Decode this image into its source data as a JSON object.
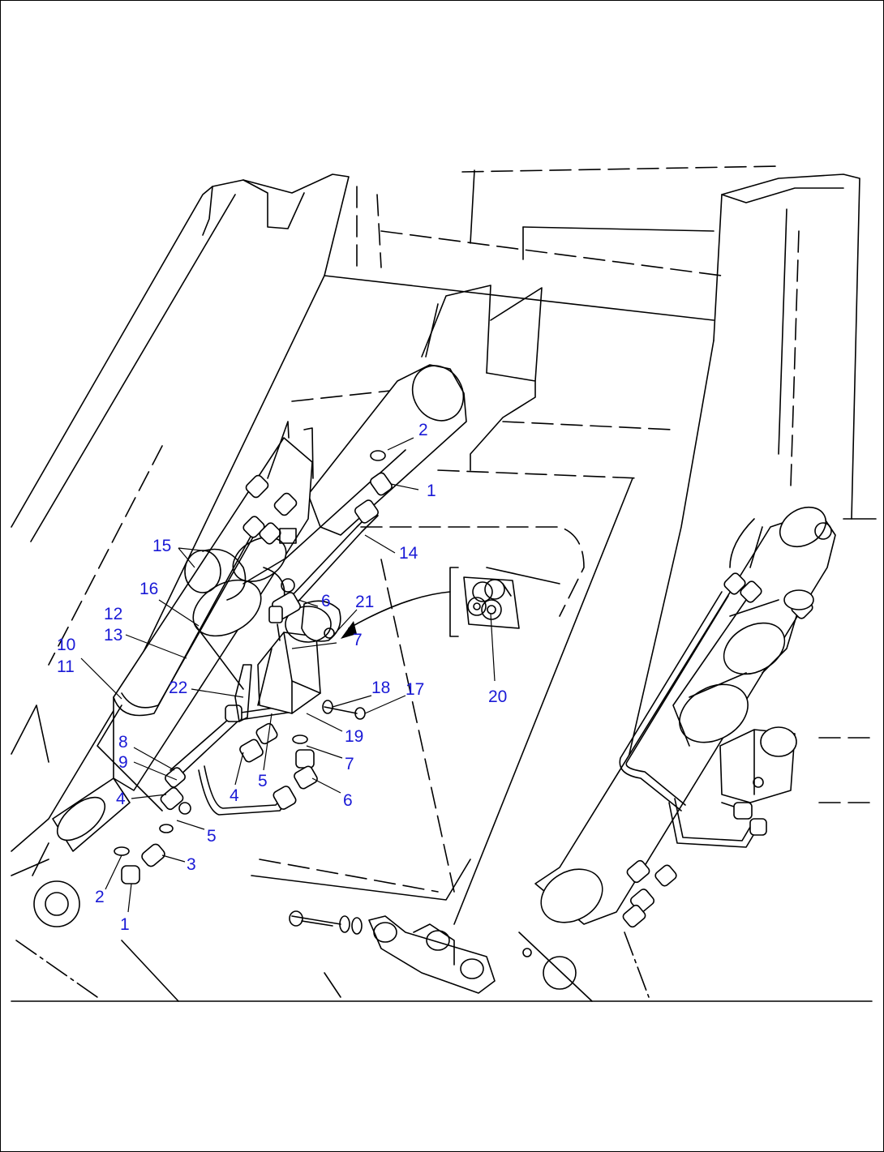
{
  "callouts": [
    {
      "id": "c-2a",
      "text": "2"
    },
    {
      "id": "c-1a",
      "text": "1"
    },
    {
      "id": "c-14",
      "text": "14"
    },
    {
      "id": "c-15",
      "text": "15"
    },
    {
      "id": "c-6a",
      "text": "6"
    },
    {
      "id": "c-21",
      "text": "21"
    },
    {
      "id": "c-16",
      "text": "16"
    },
    {
      "id": "c-12",
      "text": "12"
    },
    {
      "id": "c-13",
      "text": "13"
    },
    {
      "id": "c-10",
      "text": "10"
    },
    {
      "id": "c-11",
      "text": "11"
    },
    {
      "id": "c-7a",
      "text": "7"
    },
    {
      "id": "c-22",
      "text": "22"
    },
    {
      "id": "c-18",
      "text": "18"
    },
    {
      "id": "c-17",
      "text": "17"
    },
    {
      "id": "c-20",
      "text": "20"
    },
    {
      "id": "c-19",
      "text": "19"
    },
    {
      "id": "c-8",
      "text": "8"
    },
    {
      "id": "c-9",
      "text": "9"
    },
    {
      "id": "c-7b",
      "text": "7"
    },
    {
      "id": "c-4a",
      "text": "4"
    },
    {
      "id": "c-5a",
      "text": "5"
    },
    {
      "id": "c-6b",
      "text": "6"
    },
    {
      "id": "c-4b",
      "text": "4"
    },
    {
      "id": "c-5b",
      "text": "5"
    },
    {
      "id": "c-3",
      "text": "3"
    },
    {
      "id": "c-2b",
      "text": "2"
    },
    {
      "id": "c-1b",
      "text": "1"
    }
  ]
}
